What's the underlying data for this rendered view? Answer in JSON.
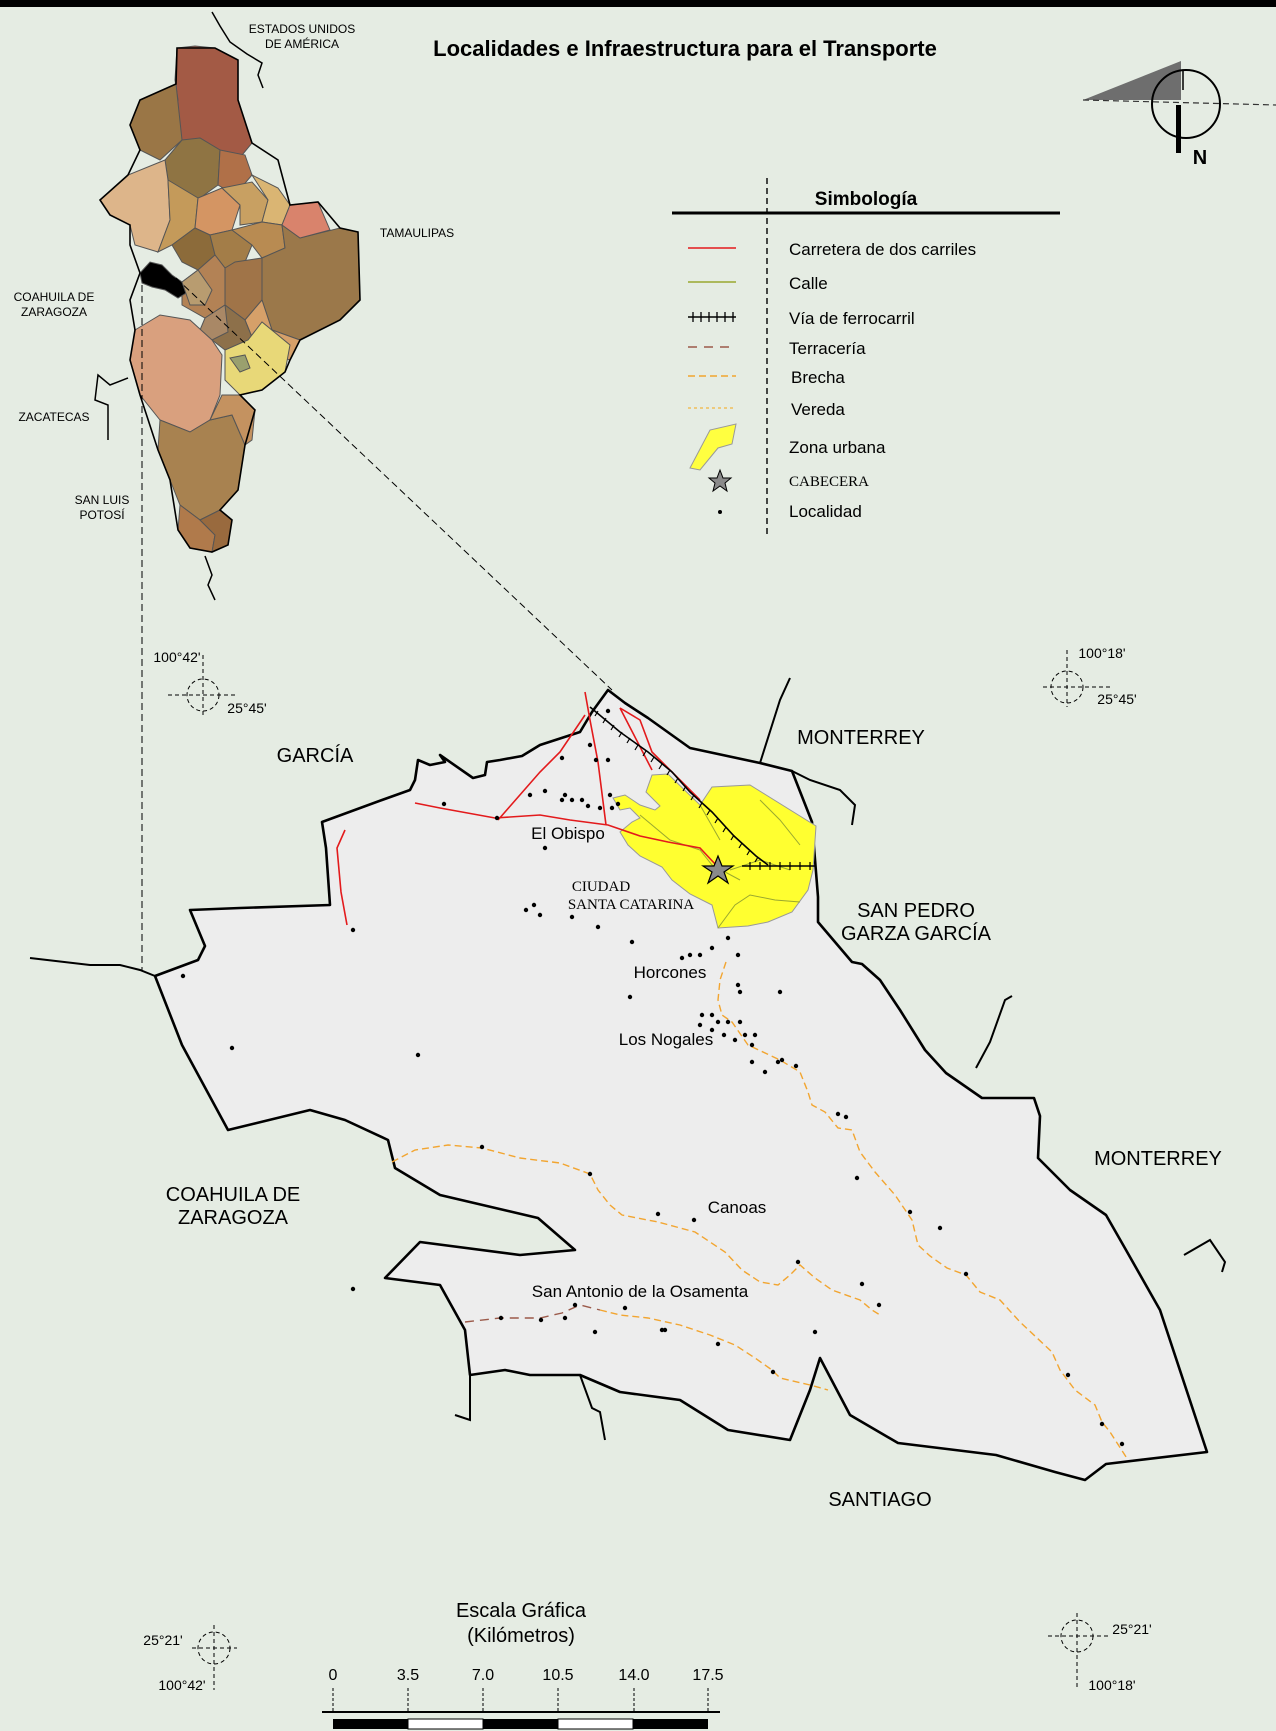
{
  "title": "Localidades e Infraestructura para el Transporte",
  "north_label": "N",
  "legend": {
    "heading": "Simbología",
    "items": [
      {
        "label": "Carretera de dos carriles",
        "symbol": "red-line-icon",
        "color": "#e31a1c"
      },
      {
        "label": "Calle",
        "symbol": "olive-line-icon",
        "color": "#9aa82f"
      },
      {
        "label": "Vía de ferrocarril",
        "symbol": "railway-icon",
        "color": "#000000"
      },
      {
        "label": "Terracería",
        "symbol": "dirt-road-icon",
        "color": "#9b5a4a"
      },
      {
        "label": "Brecha",
        "symbol": "trail-icon",
        "color": "#f2a530"
      },
      {
        "label": "Vereda",
        "symbol": "path-icon",
        "color": "#f2b640"
      },
      {
        "label": "Zona urbana",
        "symbol": "urban-zone-icon",
        "color": "#ffff40"
      },
      {
        "label": "CABECERA",
        "symbol": "star-icon",
        "color": "#8a8a8a"
      },
      {
        "label": "Localidad",
        "symbol": "dot-icon",
        "color": "#000000"
      }
    ]
  },
  "inset": {
    "labels": {
      "usa": [
        "ESTADOS UNIDOS",
        "DE AMÉRICA"
      ],
      "tamaulipas": "TAMAULIPAS",
      "coahuila": [
        "COAHUILA DE",
        "ZARAGOZA"
      ],
      "zacatecas": "ZACATECAS",
      "slp": [
        "SAN LUIS",
        "POTOSÍ"
      ]
    }
  },
  "neighbors": {
    "garcia": "GARCÍA",
    "monterrey_north": "MONTERREY",
    "san_pedro": [
      "SAN PEDRO",
      "GARZA GARCÍA"
    ],
    "monterrey_east": "MONTERREY",
    "coahuila": [
      "COAHUILA DE",
      "ZARAGOZA"
    ],
    "santiago": "SANTIAGO"
  },
  "localities": {
    "el_obispo": "El Obispo",
    "ciudad": [
      "CIUDAD",
      "SANTA CATARINA"
    ],
    "horcones": "Horcones",
    "los_nogales": "Los Nogales",
    "canoas": "Canoas",
    "san_antonio": "San Antonio de la Osamenta"
  },
  "coordinates": {
    "nw_lon": "100°42'",
    "nw_lat": "25°45'",
    "ne_lon": "100°18'",
    "ne_lat": "25°45'",
    "sw_lat": "25°21'",
    "sw_lon": "100°42'",
    "se_lat": "25°21'",
    "se_lon": "100°18'"
  },
  "scale": {
    "title": "Escala Gráfica",
    "units": "(Kilómetros)",
    "ticks": [
      "0",
      "3.5",
      "7.0",
      "10.5",
      "14.0",
      "17.5"
    ]
  }
}
